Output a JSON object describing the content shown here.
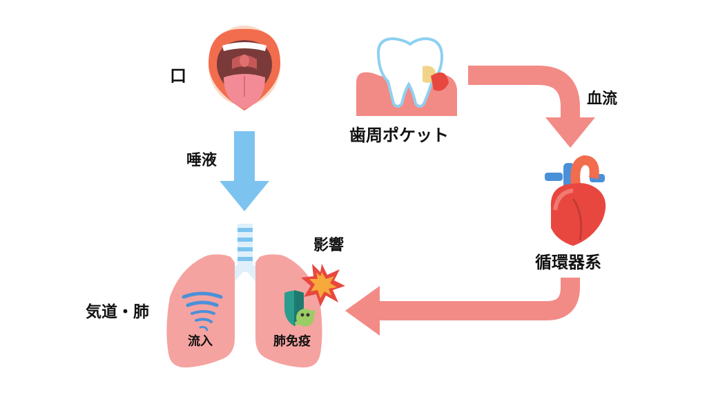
{
  "labels": {
    "mouth": "口",
    "periodontal_pocket": "歯周ポケット",
    "blood_flow": "血流",
    "saliva": "唾液",
    "circulatory_system": "循環器系",
    "impact": "影響",
    "airway_lungs": "気道・肺",
    "inflow": "流入",
    "lung_immunity": "肺免疫"
  },
  "icons": [
    "mouth-icon",
    "tooth-gum-icon",
    "heart-icon",
    "lungs-icon",
    "tornado-icon",
    "shield-germ-icon",
    "burst-icon"
  ],
  "colors": {
    "salmon_arrow": "#f28b86",
    "blue_arrow": "#7cc4ef",
    "lung_pink": "#f5a3a0",
    "heart_red": "#e8473f",
    "vessel_blue": "#4a90d9"
  }
}
